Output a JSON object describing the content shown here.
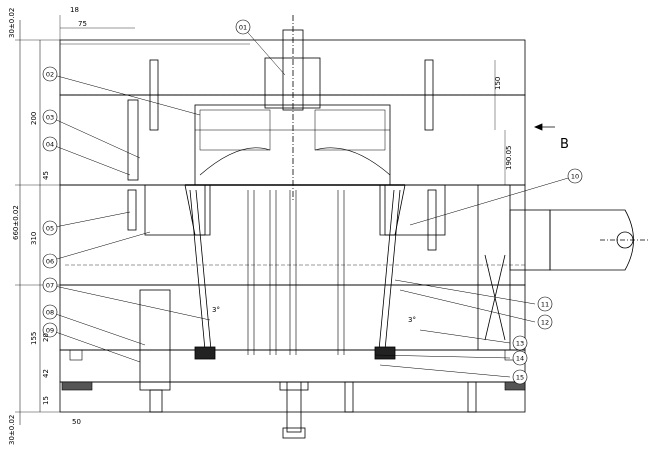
{
  "drawing": {
    "view_label": "B",
    "angles": [
      "3°",
      "3°"
    ],
    "dimensions": {
      "left_top_dim": "30±0.02",
      "left_bottom_dim": "30±0.02",
      "total_height": "660±0.02",
      "section_a": "200",
      "section_b": "310",
      "section_c": "155",
      "gap_a": "45",
      "gap_b": "42",
      "gap_c": "15",
      "small_a": "20",
      "top_width": "75",
      "bottom_width": "50",
      "top_small": "18",
      "right_a": "150",
      "right_b": "190.05"
    },
    "callouts": [
      "01",
      "02",
      "03",
      "04",
      "05",
      "06",
      "07",
      "08",
      "09",
      "10",
      "11",
      "12",
      "13",
      "14",
      "15"
    ]
  }
}
